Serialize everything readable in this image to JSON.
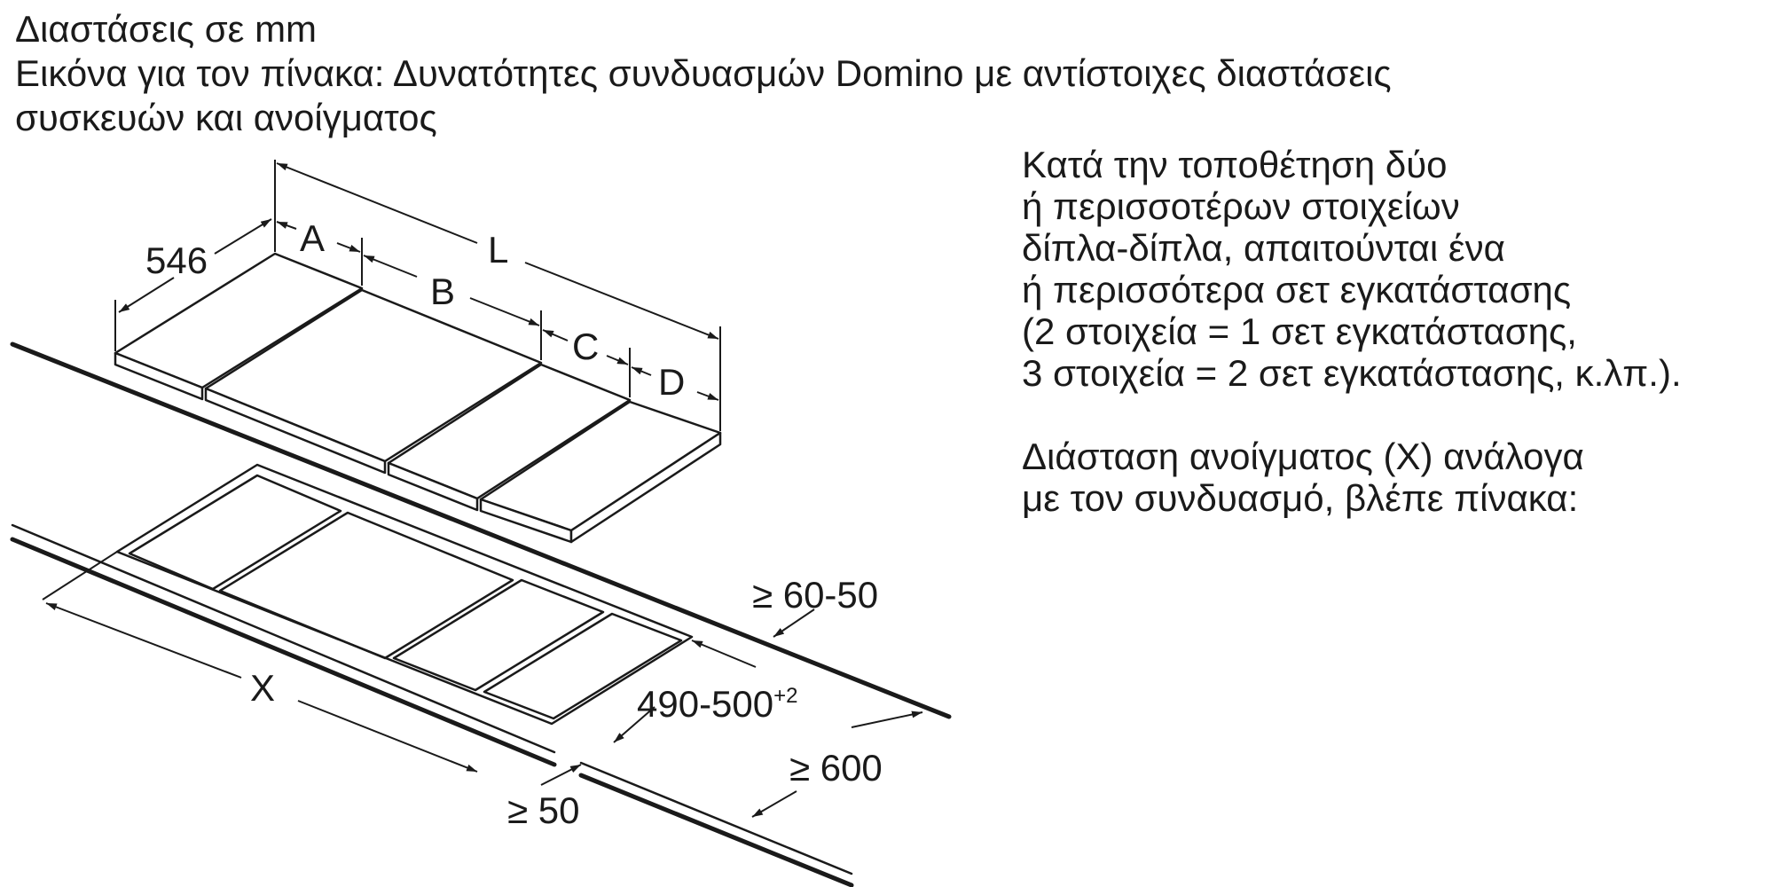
{
  "header": {
    "line1": "Διαστάσεις σε mm",
    "line2": "Εικόνα για τον πίνακα: Δυνατότητες συνδυασμών Domino με αντίστοιχες διαστάσεις",
    "line3": "συσκευών και ανοίγματος"
  },
  "note": {
    "lines": [
      "Κατά την τοποθέτηση δύο",
      "ή περισσοτέρων στοιχείων",
      "δίπλα-δίπλα, απαιτούνται ένα",
      "ή περισσότερα σετ εγκατάστασης",
      "(2 στοιχεία = 1 σετ εγκατάστασης,",
      "3 στοιχεία = 2 σετ εγκατάστασης, κ.λπ.)."
    ],
    "lines2": [
      "Διάσταση ανοίγματος (X) ανάλογα",
      "με τον συνδυασμό, βλέπε πίνακα:"
    ]
  },
  "labels": {
    "depth": "546",
    "a": "A",
    "b": "B",
    "c": "C",
    "d": "D",
    "l": "L",
    "x": "X",
    "rear_clearance": "≥ 60-50",
    "cutout_depth": "490-500",
    "cutout_tol": "+2",
    "worktop_depth": "≥ 600",
    "front_clearance": "≥ 50"
  }
}
